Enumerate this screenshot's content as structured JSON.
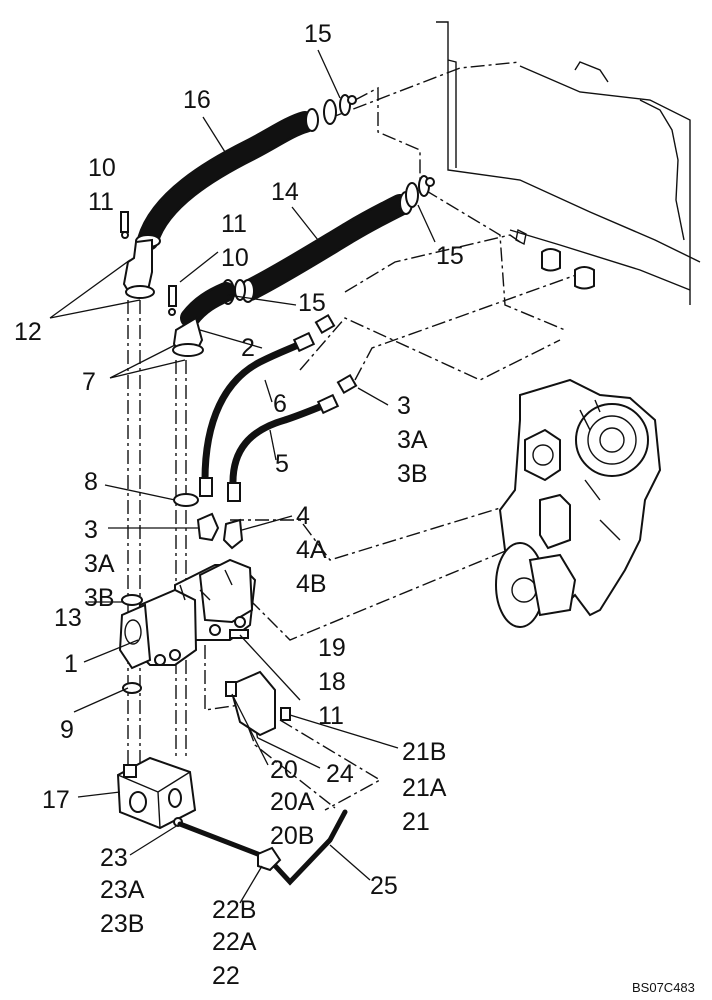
{
  "callouts": {
    "c15a": "15",
    "c16": "16",
    "c10a": "10",
    "c11a": "11",
    "c11b": "11",
    "c14": "14",
    "c10b": "10",
    "c15b": "15",
    "c12": "12",
    "c15c": "15",
    "c2": "2",
    "c7": "7",
    "c6": "6",
    "c3a": "3",
    "c3a_A": "3A",
    "c3a_B": "3B",
    "c5": "5",
    "c8": "8",
    "c4": "4",
    "c4A": "4A",
    "c4B": "4B",
    "c3b": "3",
    "c3b_A": "3A",
    "c3b_B": "3B",
    "c13": "13",
    "c1": "1",
    "c19": "19",
    "c18": "18",
    "c11c": "11",
    "c9": "9",
    "c21B": "21B",
    "c21A": "21A",
    "c21": "21",
    "c20": "20",
    "c24": "24",
    "c20A": "20A",
    "c20B": "20B",
    "c17": "17",
    "c23": "23",
    "c23A": "23A",
    "c23B": "23B",
    "c25": "25",
    "c22B": "22B",
    "c22A": "22A",
    "c22": "22"
  },
  "reference_code": "BS07C483"
}
